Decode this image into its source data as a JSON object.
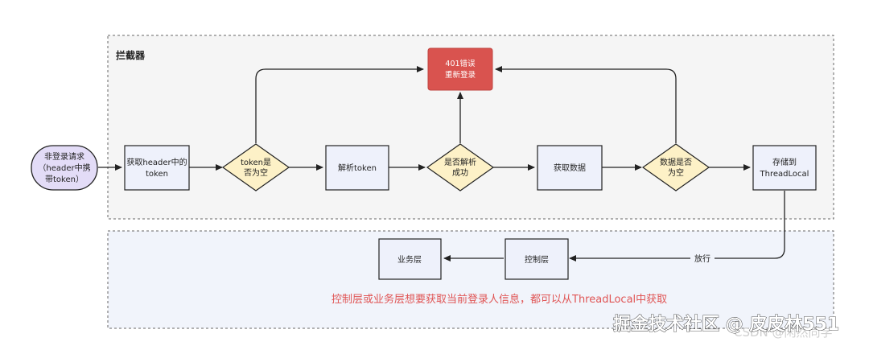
{
  "regions": {
    "interceptor_label": "拦截器"
  },
  "nodes": {
    "start": {
      "line1": "非登录请求",
      "line2": "（header中携",
      "line3": "带token）"
    },
    "get_header": {
      "line1": "获取header中的",
      "line2": "token"
    },
    "token_empty": {
      "line1": "token是",
      "line2": "否为空"
    },
    "parse_token": {
      "line1": "解析token"
    },
    "parse_ok": {
      "line1": "是否解析",
      "line2": "成功"
    },
    "get_data": {
      "line1": "获取数据"
    },
    "data_empty": {
      "line1": "数据是否",
      "line2": "为空"
    },
    "store": {
      "line1": "存储到",
      "line2": "ThreadLocal"
    },
    "error": {
      "line1": "401错误",
      "line2": "重新登录"
    },
    "controller": {
      "line1": "控制层"
    },
    "business": {
      "line1": "业务层"
    }
  },
  "edges": {
    "release_label": "放行"
  },
  "note": "控制层或业务层想要获取当前登录人信息，都可以从ThreadLocal中获取",
  "watermark": {
    "main": "掘金技术社区 @ 皮皮林551",
    "faint": "CSDN @闲然同学"
  },
  "colors": {
    "process_fill": "#eef1fb",
    "decision_fill": "#fdf1c7",
    "error_fill": "#d9534f",
    "start_fill": "#e3dcf7",
    "interceptor_bg": "#f5f5f5",
    "business_bg": "#f1f4fb",
    "note_color": "#e05555"
  }
}
